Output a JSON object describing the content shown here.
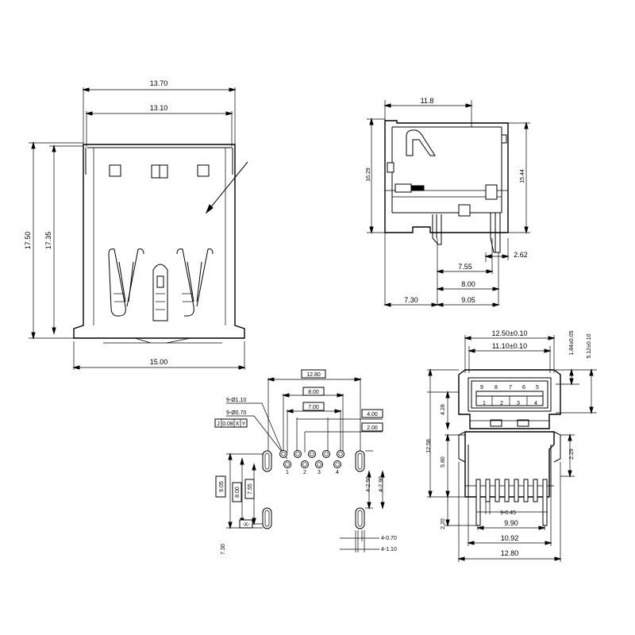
{
  "top_view": {
    "w_outer": "13.70",
    "w_inner": "13.10",
    "h_outer": "17.50",
    "h_inner": "17.35",
    "w_base": "15.00"
  },
  "side_view": {
    "top_len": "11.8",
    "h_left": "16.29",
    "h_right": "15.44",
    "d1": "7.55",
    "d2": "2.62",
    "d3": "8.00",
    "d4": "7.30",
    "d5": "9.05"
  },
  "pcb": {
    "w_total": "12.80",
    "w_8": "8.00",
    "w_7": "7.00",
    "w_4": "4.00",
    "w_2": "2.00",
    "hole_big": "9-Ø1.10",
    "hole_small": "9-Ø0.70",
    "tol_box": "0.08",
    "tol_left": "J",
    "tol_x": "X",
    "tol_y": "Y",
    "v_905": "9.05",
    "v_800": "8.00",
    "v_755": "7.55",
    "v_730": "7.30",
    "datum_x": "-X-",
    "slot_250": "4-2.50",
    "slot_290": "4-2.90",
    "slot_070": "4-0.70",
    "slot_110": "4-1.10",
    "pin_labels": [
      "1",
      "2",
      "3",
      "4"
    ]
  },
  "front_view": {
    "w_1250": "12.50±0.10",
    "w_1110": "11.10±0.10",
    "h_184": "1.84±0.05",
    "h_512": "5.12±0.10",
    "h_428": "4.28",
    "h_1258": "12.58",
    "h_580": "5.80",
    "h_229": "2.29",
    "h_220": "2.20",
    "pin_pitch": "9-0.45",
    "w_990": "9.90",
    "w_1092": "10.92",
    "w_1280": "12.80",
    "port_labels": [
      "9",
      "8",
      "7",
      "6",
      "5",
      "1",
      "2",
      "3",
      "4"
    ]
  }
}
